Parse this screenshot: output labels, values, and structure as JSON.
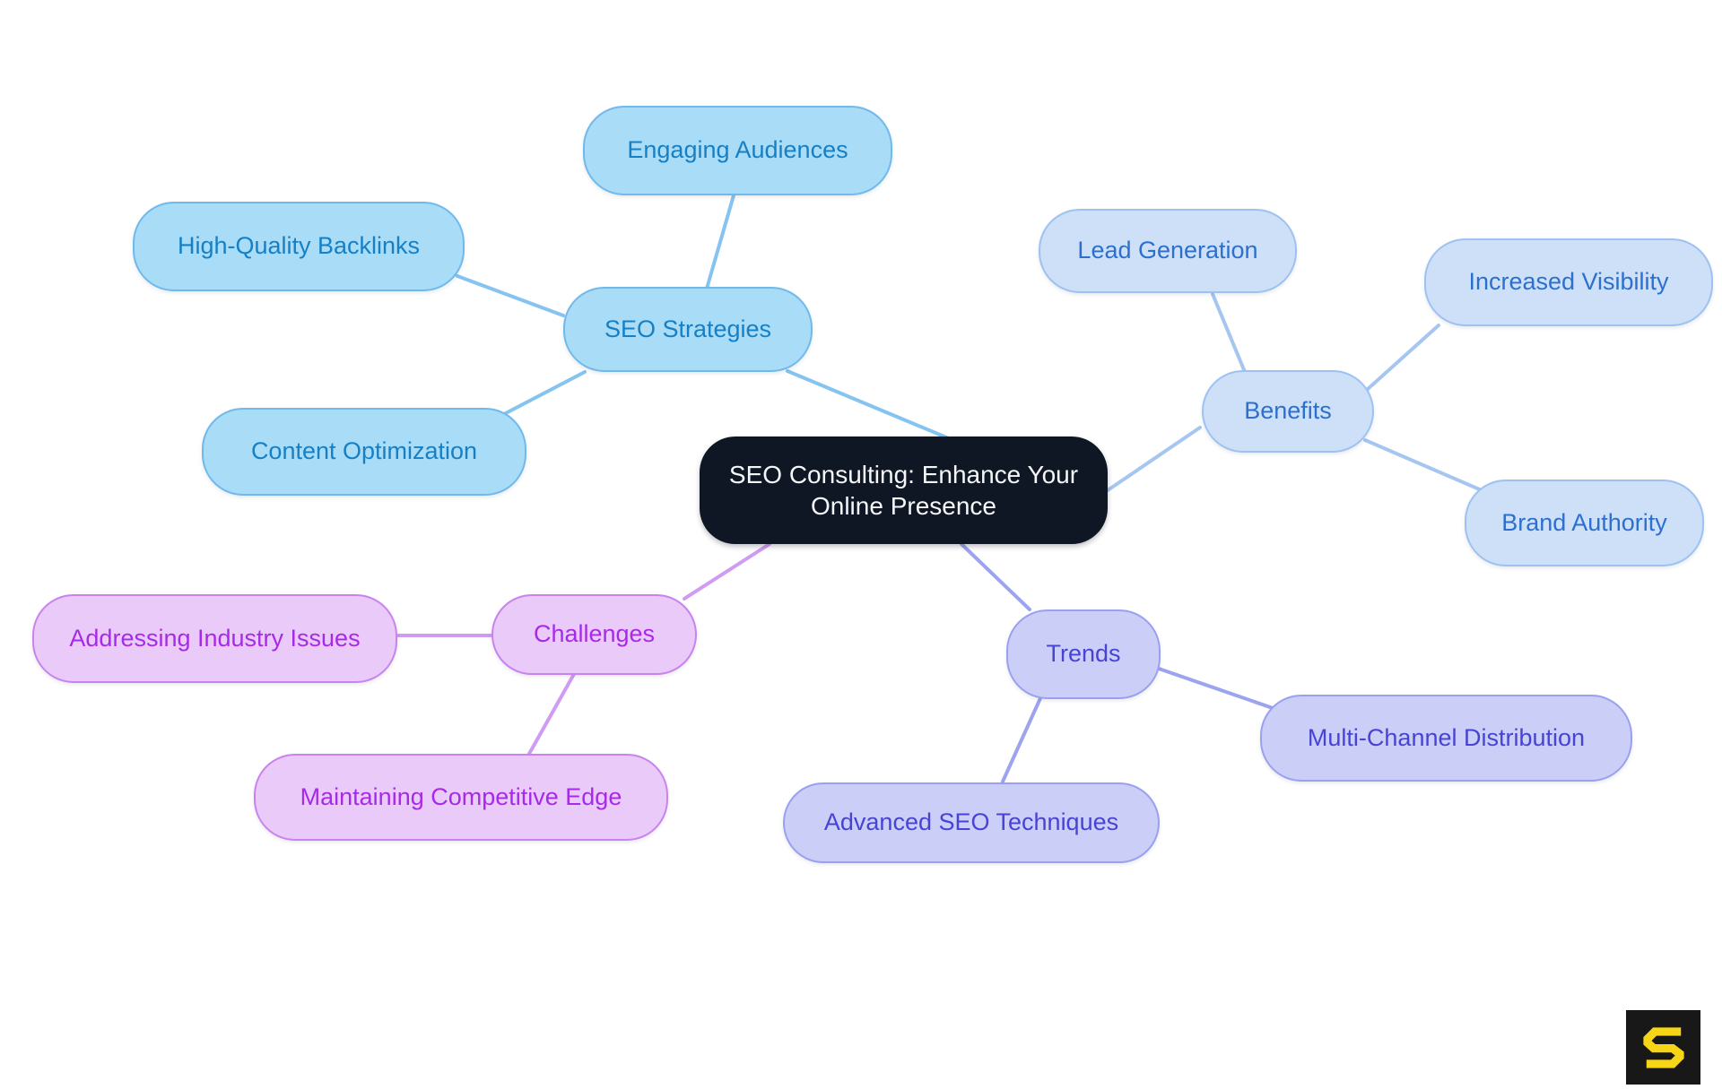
{
  "central": {
    "label": "SEO Consulting: Enhance Your Online Presence",
    "bg": "#101724",
    "text_color": "#F4F6F8"
  },
  "branches": [
    {
      "id": "seo-strategies",
      "label": "SEO Strategies",
      "fill": "#A9DCF6",
      "border": "#6FB9EC",
      "text_color": "#1780C5",
      "line_color": "#85C3F0",
      "children": [
        {
          "id": "engaging-audiences",
          "label": "Engaging Audiences"
        },
        {
          "id": "high-quality-backlinks",
          "label": "High-Quality Backlinks"
        },
        {
          "id": "content-optimization",
          "label": "Content Optimization"
        }
      ]
    },
    {
      "id": "benefits",
      "label": "Benefits",
      "fill": "#CEE0F8",
      "border": "#9DC1F1",
      "text_color": "#2B70CE",
      "line_color": "#A5C6F1",
      "children": [
        {
          "id": "lead-generation",
          "label": "Lead Generation"
        },
        {
          "id": "increased-visibility",
          "label": "Increased Visibility"
        },
        {
          "id": "brand-authority",
          "label": "Brand Authority"
        }
      ]
    },
    {
      "id": "challenges",
      "label": "Challenges",
      "fill": "#EACAF8",
      "border": "#C983EF",
      "text_color": "#A62AE8",
      "line_color": "#D09BF2",
      "children": [
        {
          "id": "addressing-industry-issues",
          "label": "Addressing Industry Issues"
        },
        {
          "id": "maintaining-competitive-edge",
          "label": "Maintaining Competitive Edge"
        }
      ]
    },
    {
      "id": "trends",
      "label": "Trends",
      "fill": "#CBCFF7",
      "border": "#9AA0F0",
      "text_color": "#4743D4",
      "line_color": "#9CA3EF",
      "children": [
        {
          "id": "multi-channel-distribution",
          "label": "Multi-Channel Distribution"
        },
        {
          "id": "advanced-seo-techniques",
          "label": "Advanced SEO Techniques"
        }
      ]
    }
  ],
  "logo": {
    "letter": "S",
    "bg": "#181818",
    "color": "#F5D515"
  }
}
